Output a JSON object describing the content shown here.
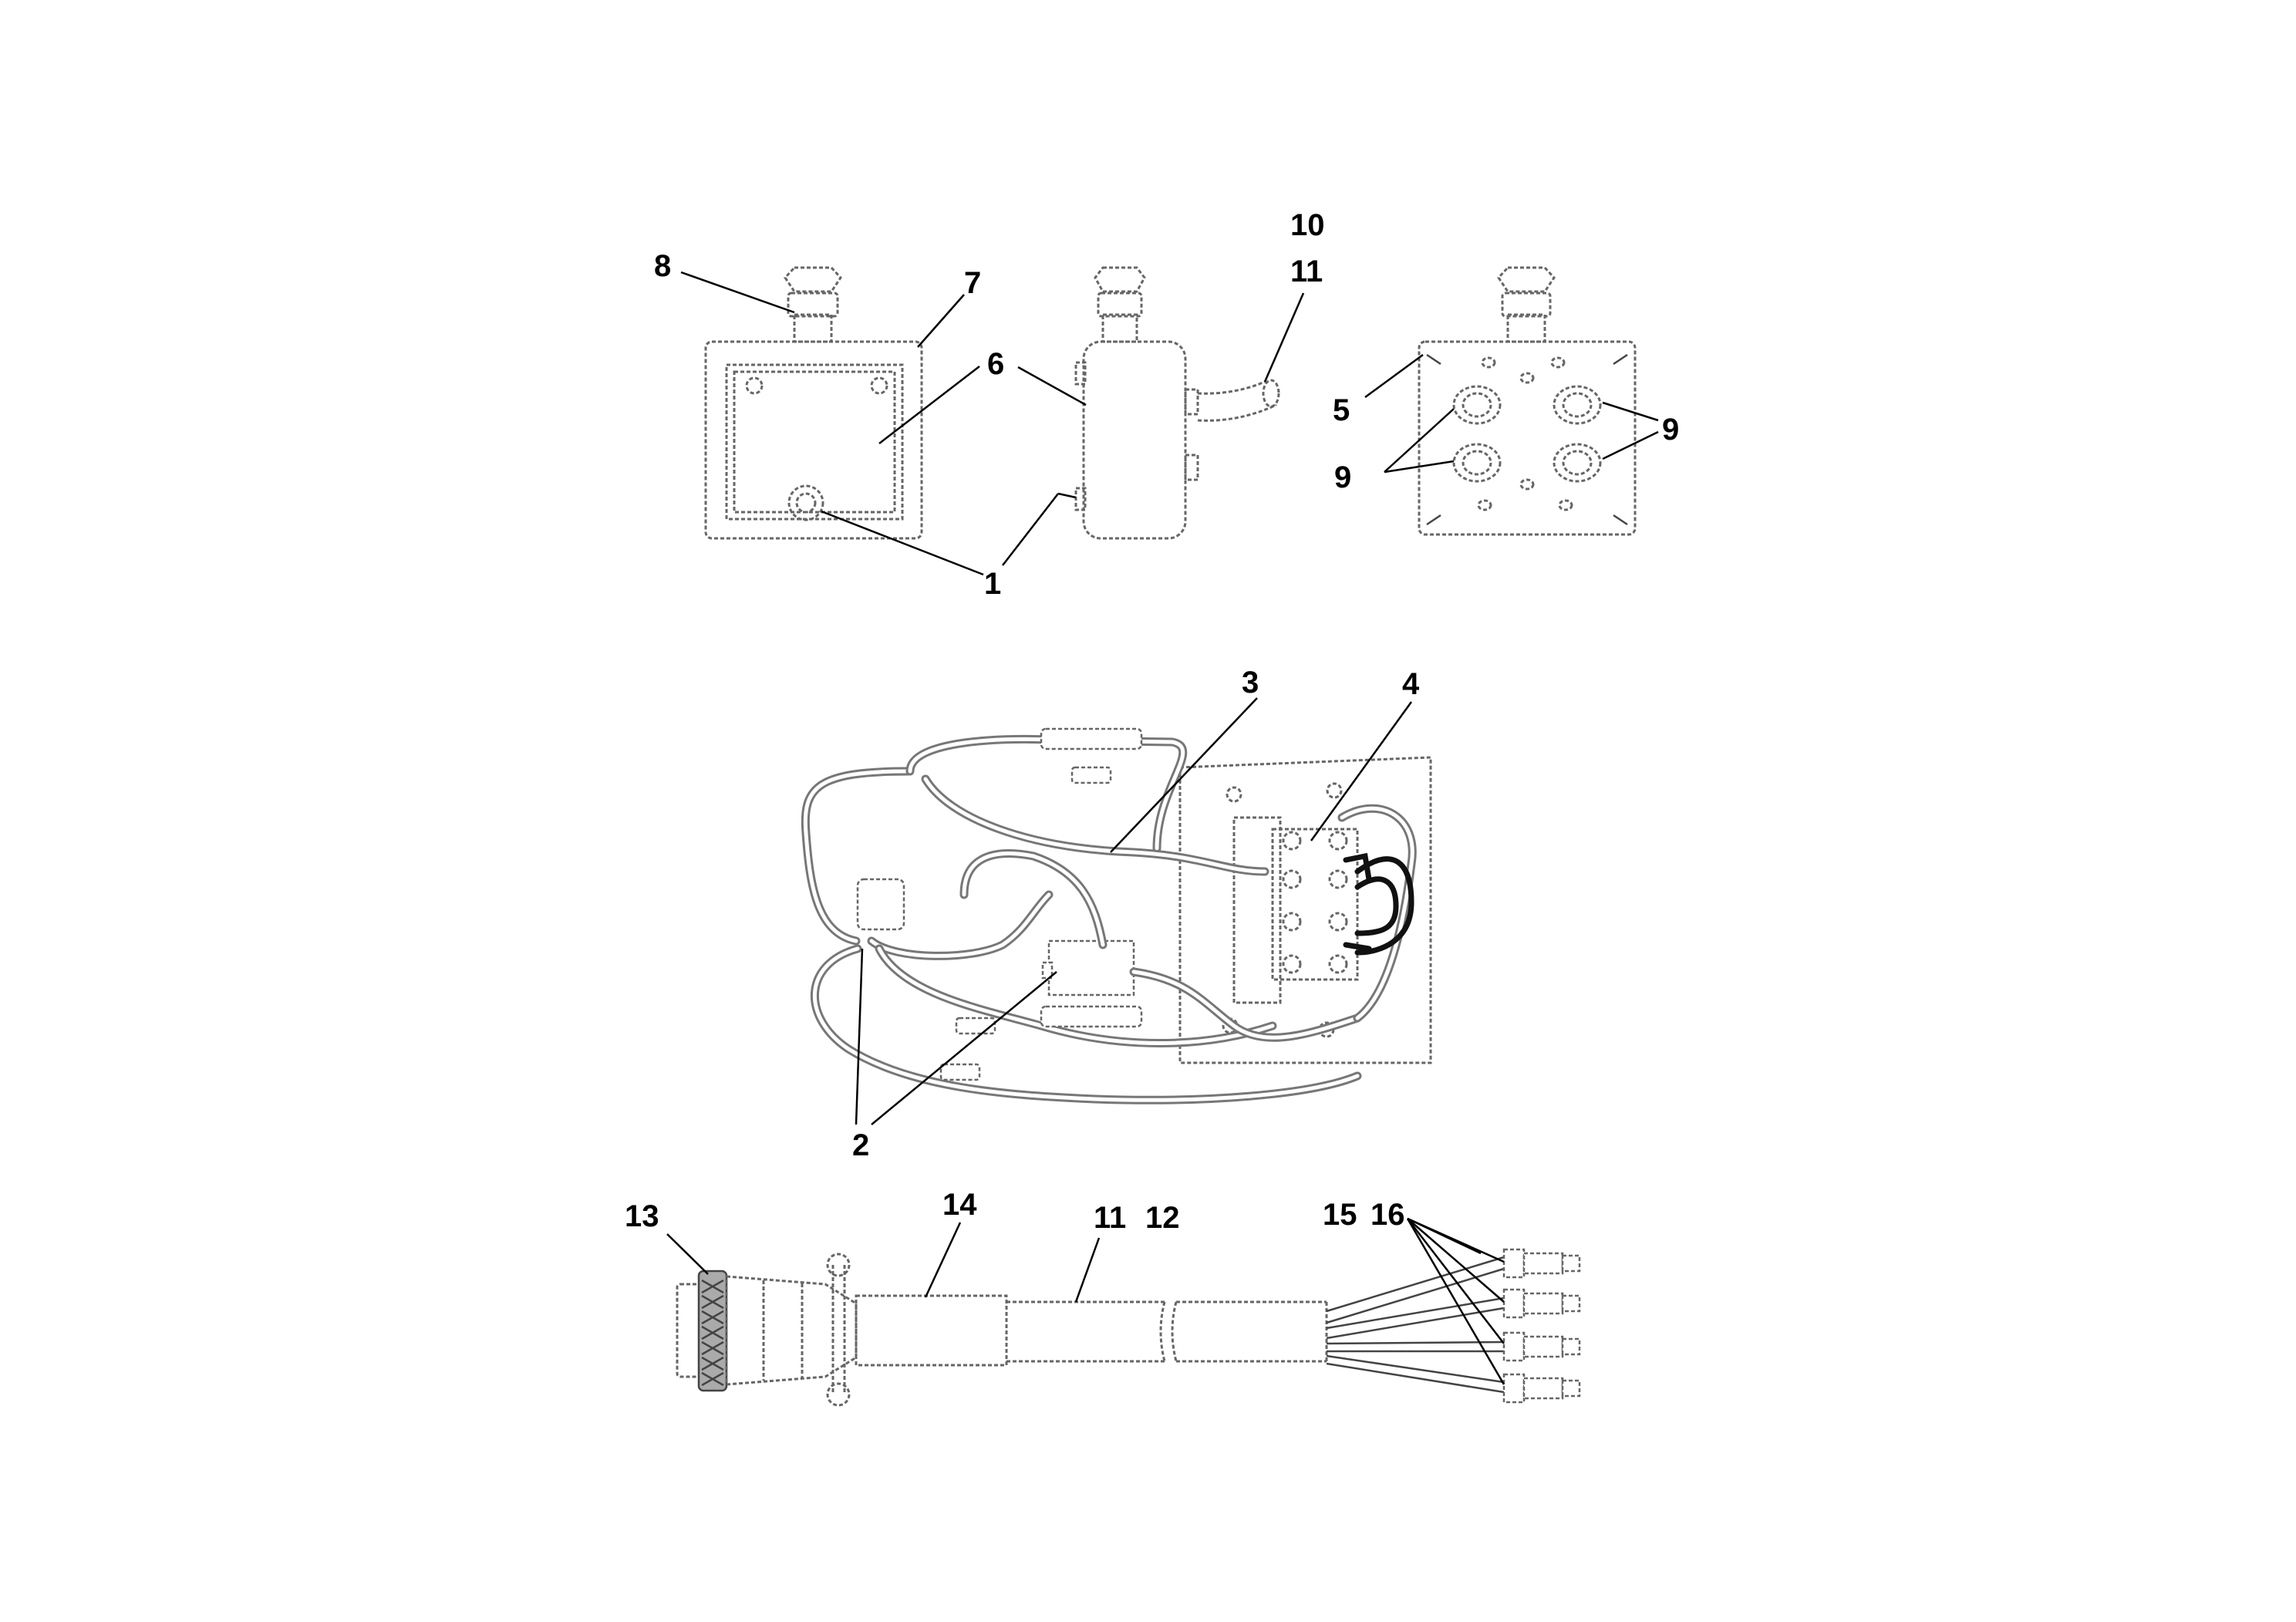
{
  "diagram": {
    "callouts": {
      "c1": "1",
      "c2": "2",
      "c3": "3",
      "c4": "4",
      "c5": "5",
      "c6": "6",
      "c7": "7",
      "c8": "8",
      "c9a": "9",
      "c9b": "9",
      "c10": "10",
      "c11a": "11",
      "c11b": "11",
      "c12": "12",
      "c13": "13",
      "c14": "14",
      "c15": "15",
      "c16": "16"
    }
  }
}
